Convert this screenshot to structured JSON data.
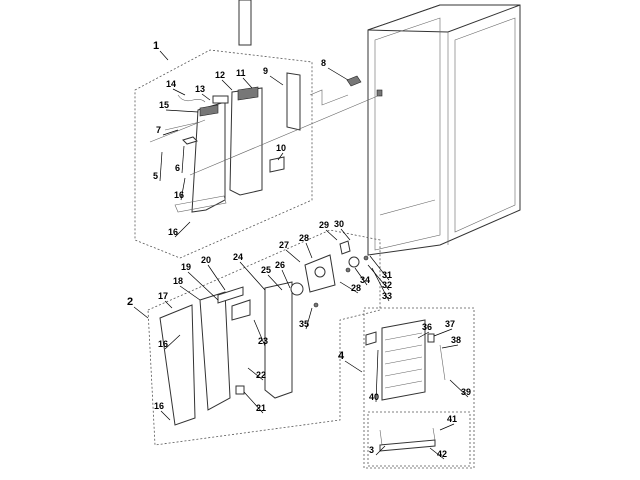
{
  "diagram": {
    "type": "exploded parts diagram",
    "callouts": [
      "1",
      "14",
      "13",
      "12",
      "11",
      "9",
      "15",
      "7",
      "6",
      "5",
      "16",
      "16",
      "10",
      "8",
      "29",
      "30",
      "27",
      "28",
      "24",
      "20",
      "19",
      "26",
      "25",
      "18",
      "17",
      "2",
      "16",
      "23",
      "22",
      "21",
      "16",
      "35",
      "31",
      "32",
      "33",
      "34",
      "28",
      "4",
      "36",
      "37",
      "38",
      "39",
      "40",
      "41",
      "3",
      "42"
    ]
  }
}
